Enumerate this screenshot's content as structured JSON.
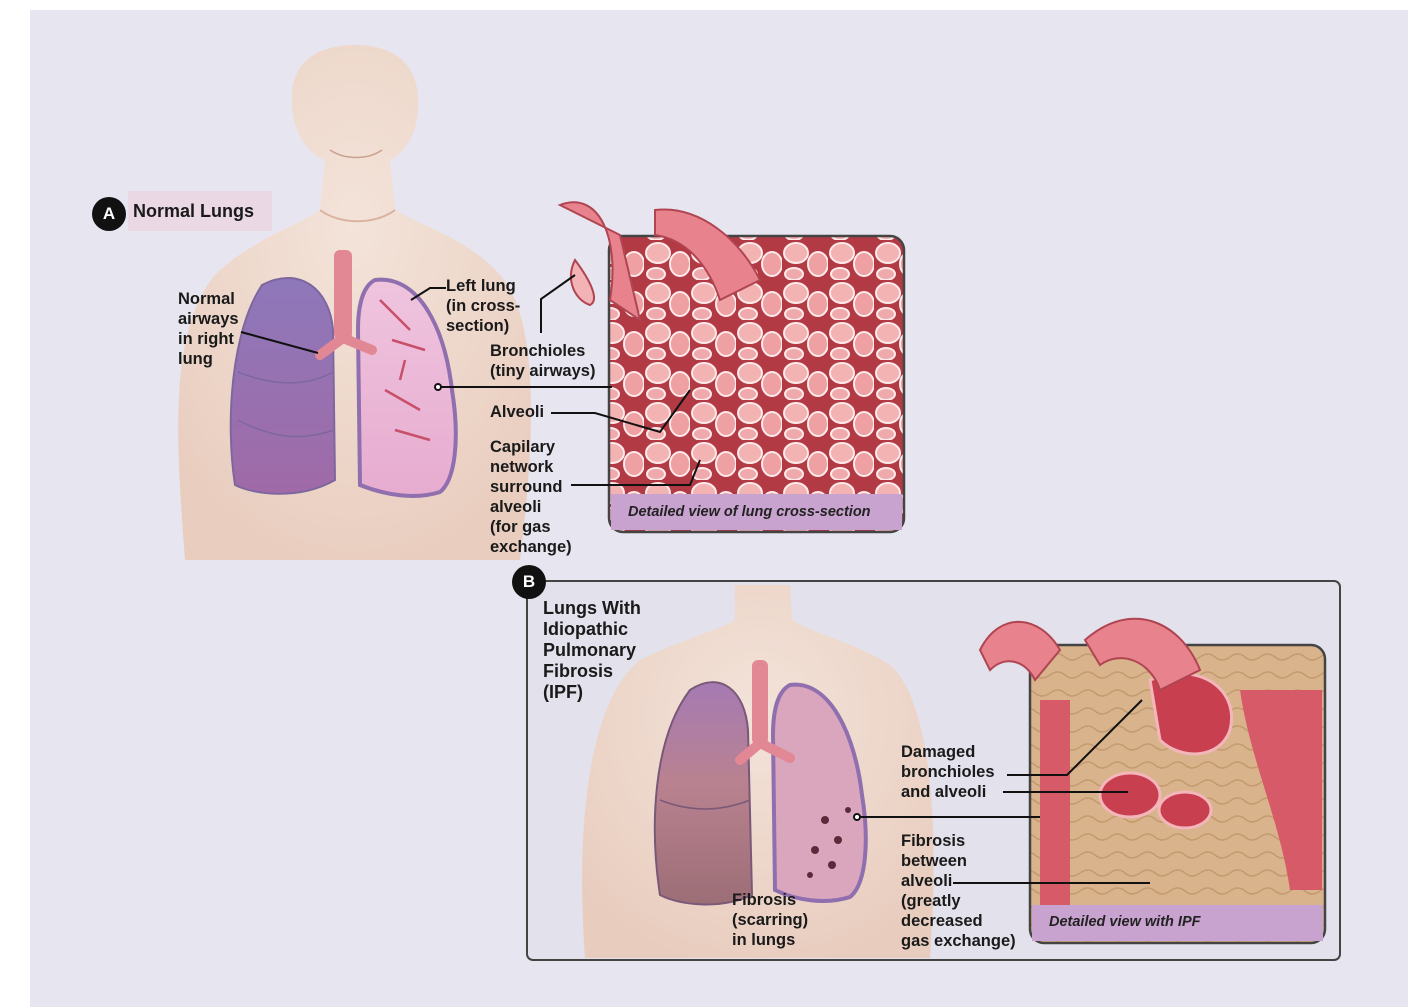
{
  "panel_a": {
    "badge": "A",
    "title": "Normal Lungs",
    "labels": {
      "right_lung": "Normal\nairways\nin right\nlung",
      "left_lung": "Left lung\n(in cross-\nsection)",
      "bronchioles": "Bronchioles\n(tiny airways)",
      "alveoli": "Alveoli",
      "capillary": "Capilary\nnetwork\nsurround\nalveoli\n(for gas\nexchange)"
    },
    "caption": "Detailed view of lung cross-section"
  },
  "panel_b": {
    "badge": "B",
    "title": "Lungs With\nIdiopathic\nPulmonary\nFibrosis\n(IPF)",
    "labels": {
      "damaged": "Damaged\nbronchioles\nand alveoli",
      "fibrosis_between": "Fibrosis\nbetween\nalveoli\n(greatly\ndecreased\ngas exchange)",
      "fibrosis_scarring": "Fibrosis\n(scarring)\nin lungs"
    },
    "caption": "Detailed view with IPF"
  },
  "colors": {
    "background": "#e7e5ef",
    "skin": "#f4dccd",
    "lung_right": "#9b86c2",
    "lung_left": "#e8b8d6",
    "tissue": "#d8606a",
    "tissue_light": "#f0a4a6",
    "caption_bar": "#c9a3cf",
    "fibrosis": "#d4b08a"
  }
}
